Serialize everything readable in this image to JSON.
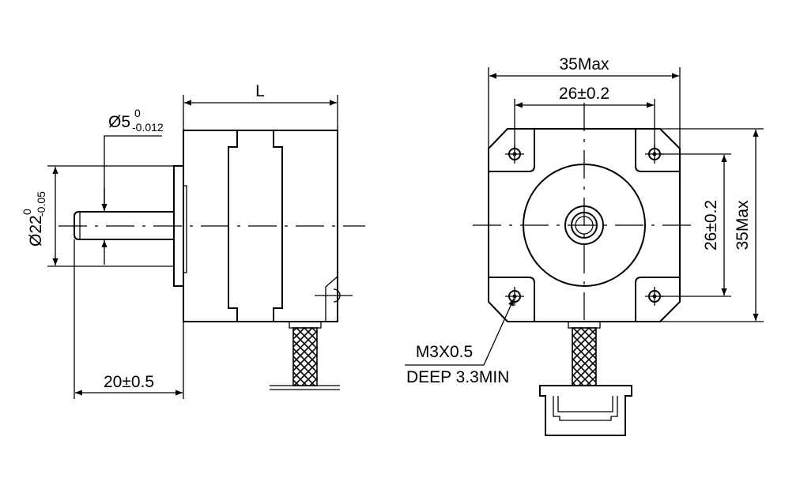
{
  "dimensions": {
    "length_label": "L",
    "shaft_diameter_main": "Ø5",
    "shaft_diameter_upper_tol": "0",
    "shaft_diameter_lower_tol": "-0.012",
    "boss_diameter_main": "Ø22",
    "boss_diameter_upper_tol": "0",
    "boss_diameter_lower_tol": "-0.05",
    "shaft_length": "20±0.5",
    "overall_width": "35Max",
    "hole_spacing_horizontal": "26±0.2",
    "hole_spacing_vertical": "26±0.2",
    "overall_height": "35Max"
  },
  "callout": {
    "thread": "M3X0.5",
    "depth": "DEEP 3.3MIN"
  }
}
